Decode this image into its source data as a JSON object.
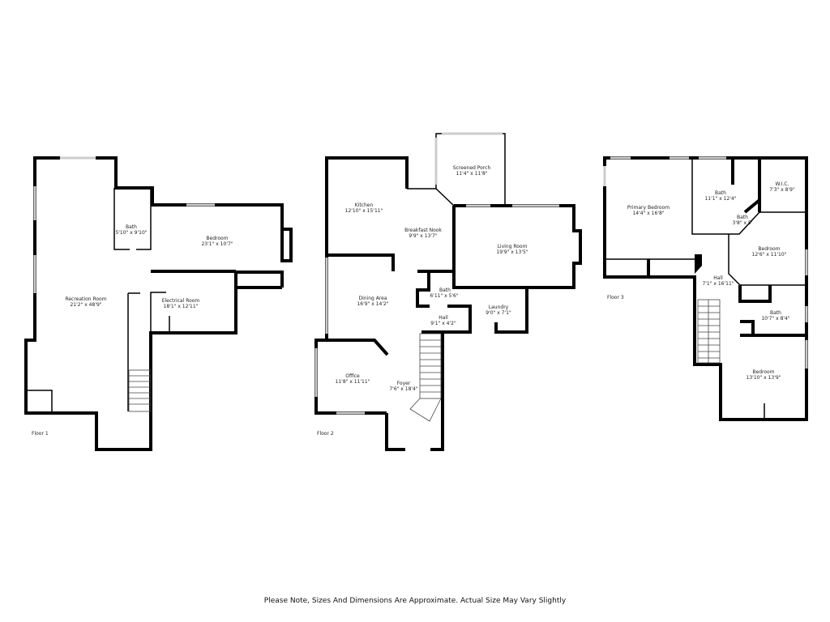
{
  "floors": [
    {
      "label": "Floor 1",
      "rooms": [
        {
          "name": "Bath",
          "size": "5'10\" x 9'10\""
        },
        {
          "name": "Bedroom",
          "size": "23'1\" x 10'7\""
        },
        {
          "name": "Recreation Room",
          "size": "21'2\" x 48'9\""
        },
        {
          "name": "Electrical Room",
          "size": "18'1\" x 12'11\""
        }
      ]
    },
    {
      "label": "Floor 2",
      "rooms": [
        {
          "name": "Screened Porch",
          "size": "11'4\" x 11'8\""
        },
        {
          "name": "Kitchen",
          "size": "12'10\" x 15'11\""
        },
        {
          "name": "Breakfast Nook",
          "size": "9'9\" x 13'7\""
        },
        {
          "name": "Living Room",
          "size": "19'9\" x 13'5\""
        },
        {
          "name": "Bath",
          "size": "6'11\" x 5'6\""
        },
        {
          "name": "Dining Area",
          "size": "16'9\" x 14'2\""
        },
        {
          "name": "Laundry",
          "size": "9'0\" x 7'1\""
        },
        {
          "name": "Hall",
          "size": "9'1\" x 4'2\""
        },
        {
          "name": "Office",
          "size": "11'8\" x 11'11\""
        },
        {
          "name": "Foyer",
          "size": "7'6\" x 18'4\""
        }
      ]
    },
    {
      "label": "Floor 3",
      "rooms": [
        {
          "name": "Primary Bedroom",
          "size": "14'4\" x 16'8\""
        },
        {
          "name": "Bath",
          "size": "11'1\" x 12'4\""
        },
        {
          "name": "W.I.C.",
          "size": "7'3\" x 8'9\""
        },
        {
          "name": "Bath",
          "size": "3'8\" x 5'"
        },
        {
          "name": "Bedroom",
          "size": "12'6\" x 11'10\""
        },
        {
          "name": "Hall",
          "size": "7'1\" x 16'11\""
        },
        {
          "name": "Bath",
          "size": "10'7\" x 8'4\""
        },
        {
          "name": "Bedroom",
          "size": "13'10\" x 13'9\""
        }
      ]
    }
  ],
  "disclaimer": "Please Note, Sizes And Dimensions Are Approximate. Actual Size May Vary Slightly"
}
